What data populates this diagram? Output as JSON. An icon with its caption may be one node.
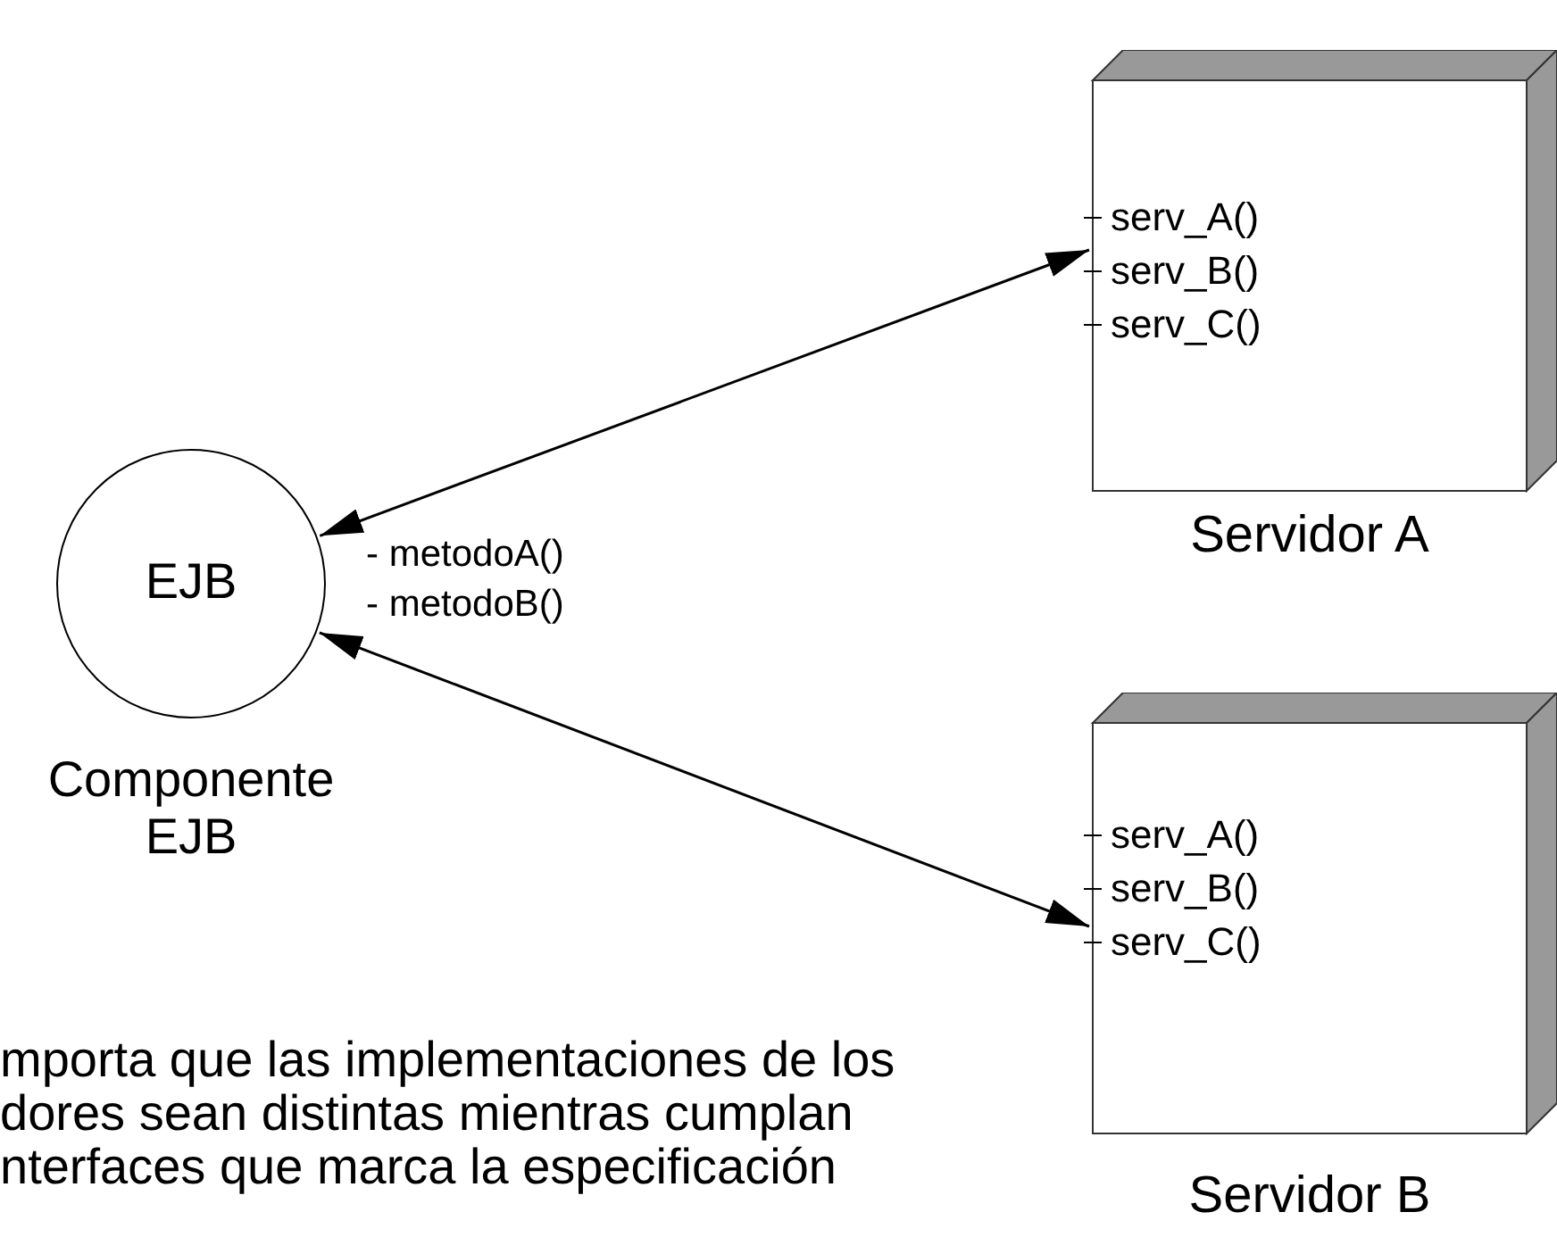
{
  "diagram": {
    "nodes": [
      {
        "text": [
          "EJB"
        ],
        "beside": [
          "Componente EJB",
          "- metodoA()",
          "- metodoB()"
        ]
      },
      {
        "text": [
          "serv_A()",
          "serv_B()",
          "serv_C()"
        ],
        "beside": [
          "Servidor A"
        ]
      },
      {
        "text": [
          "serv_A()",
          "serv_B()",
          "serv_C()"
        ],
        "beside": [
          "Servidor B"
        ]
      }
    ],
    "edges": [
      {
        "from": 0,
        "to": 1,
        "arrow": "both"
      },
      {
        "from": 0,
        "to": 2,
        "arrow": "both"
      }
    ],
    "labels": [
      "mporta que las implementaciones de los dores sean distintas mientras cumplan nterfaces que marca la especificación"
    ]
  }
}
